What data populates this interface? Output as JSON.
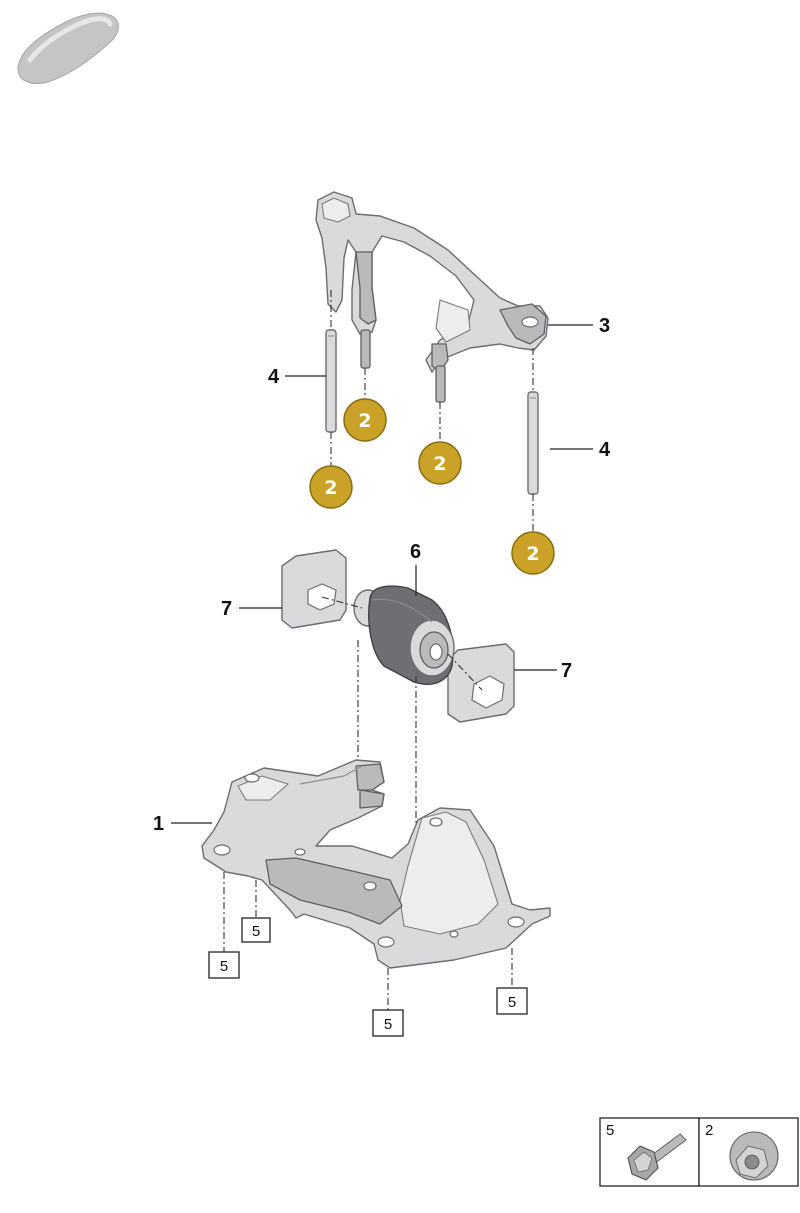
{
  "callouts": {
    "c1": "1",
    "c3": "3",
    "c4a": "4",
    "c4b": "4",
    "c6": "6",
    "c7a": "7",
    "c7b": "7"
  },
  "badges": {
    "b1": "2",
    "b2": "2",
    "b3": "2",
    "b4": "2"
  },
  "boxed_refs": {
    "r1": "5",
    "r2": "5",
    "r3": "5",
    "r4": "5"
  },
  "legend": {
    "left_label": "5",
    "right_label": "2"
  },
  "colors": {
    "badge_fill": "#c9a227",
    "badge_stroke": "#8a6d12",
    "part_fill": "#d9dadb"
  },
  "icons": {
    "vehicle_silhouette": "car-silhouette-icon",
    "bolt": "bolt-icon",
    "nut": "nut-icon"
  }
}
